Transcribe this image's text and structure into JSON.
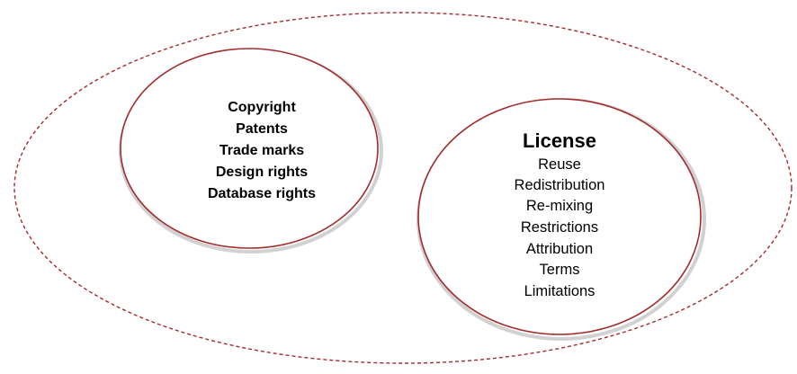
{
  "colors": {
    "outline": "#a32b2b",
    "background": "#ffffff",
    "text": "#000000"
  },
  "outer_region": {
    "style": "dashed"
  },
  "ip_rights": {
    "items": [
      "Copyright",
      "Patents",
      "Trade marks",
      "Design rights",
      "Database rights"
    ]
  },
  "license": {
    "title": "License",
    "items": [
      "Reuse",
      "Redistribution",
      "Re-mixing",
      "Restrictions",
      "Attribution",
      "Terms",
      "Limitations"
    ]
  }
}
